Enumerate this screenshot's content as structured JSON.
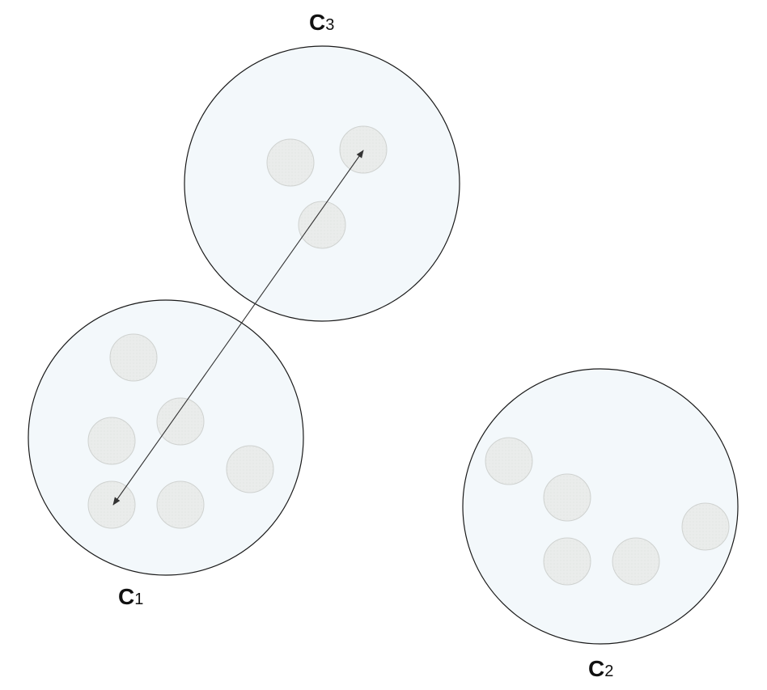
{
  "diagram": {
    "colors": {
      "cluster_fill": "#f3f8fb",
      "cluster_stroke": "#1a1a1a",
      "point_fill": "#e9ebea",
      "point_stroke": "#cfd2d0",
      "arrow": "#333333",
      "label": "#111111"
    },
    "clusters": [
      {
        "id": "c1",
        "label_main": "C",
        "label_sub": "1",
        "points": 6
      },
      {
        "id": "c2",
        "label_main": "C",
        "label_sub": "2",
        "points": 5
      },
      {
        "id": "c3",
        "label_main": "C",
        "label_sub": "3",
        "points": 3
      }
    ],
    "arrow": {
      "type": "double-headed",
      "from_cluster": "c1",
      "to_cluster": "c3"
    }
  }
}
